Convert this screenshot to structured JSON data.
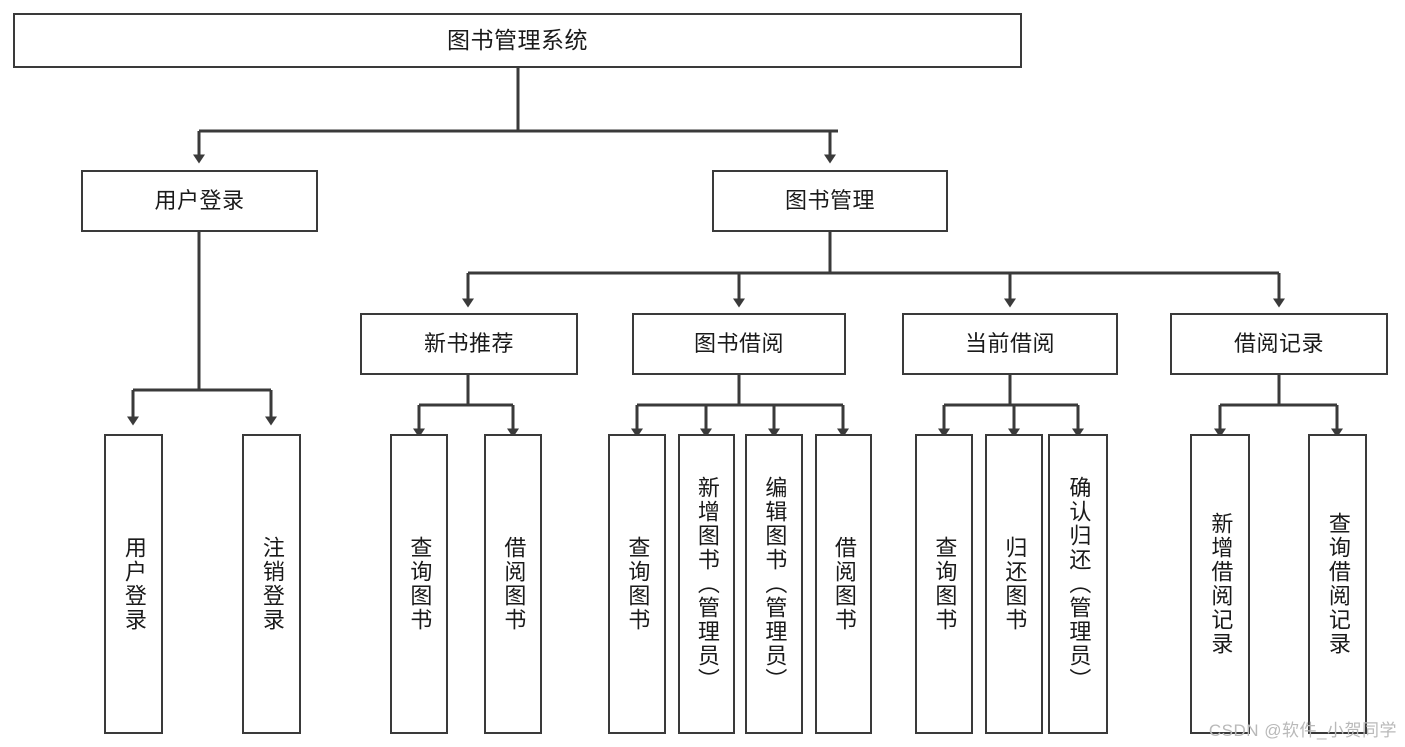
{
  "diagram": {
    "title": "图书管理系统",
    "watermark": "CSDN @软件_小贺同学",
    "line_color": "#3a3a3a",
    "box_fill": "#ffffff",
    "text_color": "#1a1a1a",
    "watermark_color": "#b9b9b9"
  },
  "nodes": {
    "root": "图书管理系统",
    "level2": [
      "用户登录",
      "图书管理"
    ],
    "level3": [
      "新书推荐",
      "图书借阅",
      "当前借阅",
      "借阅记录"
    ],
    "leaves": {
      "user_login": [
        "用户登录",
        "注销登录"
      ],
      "new_book_recommend": [
        "查询图书",
        "借阅图书"
      ],
      "book_borrow": [
        "查询图书",
        "新增图书（管理员）",
        "编辑图书（管理员）",
        "借阅图书"
      ],
      "current_borrow": [
        "查询图书",
        "归还图书",
        "确认归还（管理员）"
      ],
      "borrow_record": [
        "新增借阅记录",
        "查询借阅记录"
      ]
    }
  }
}
